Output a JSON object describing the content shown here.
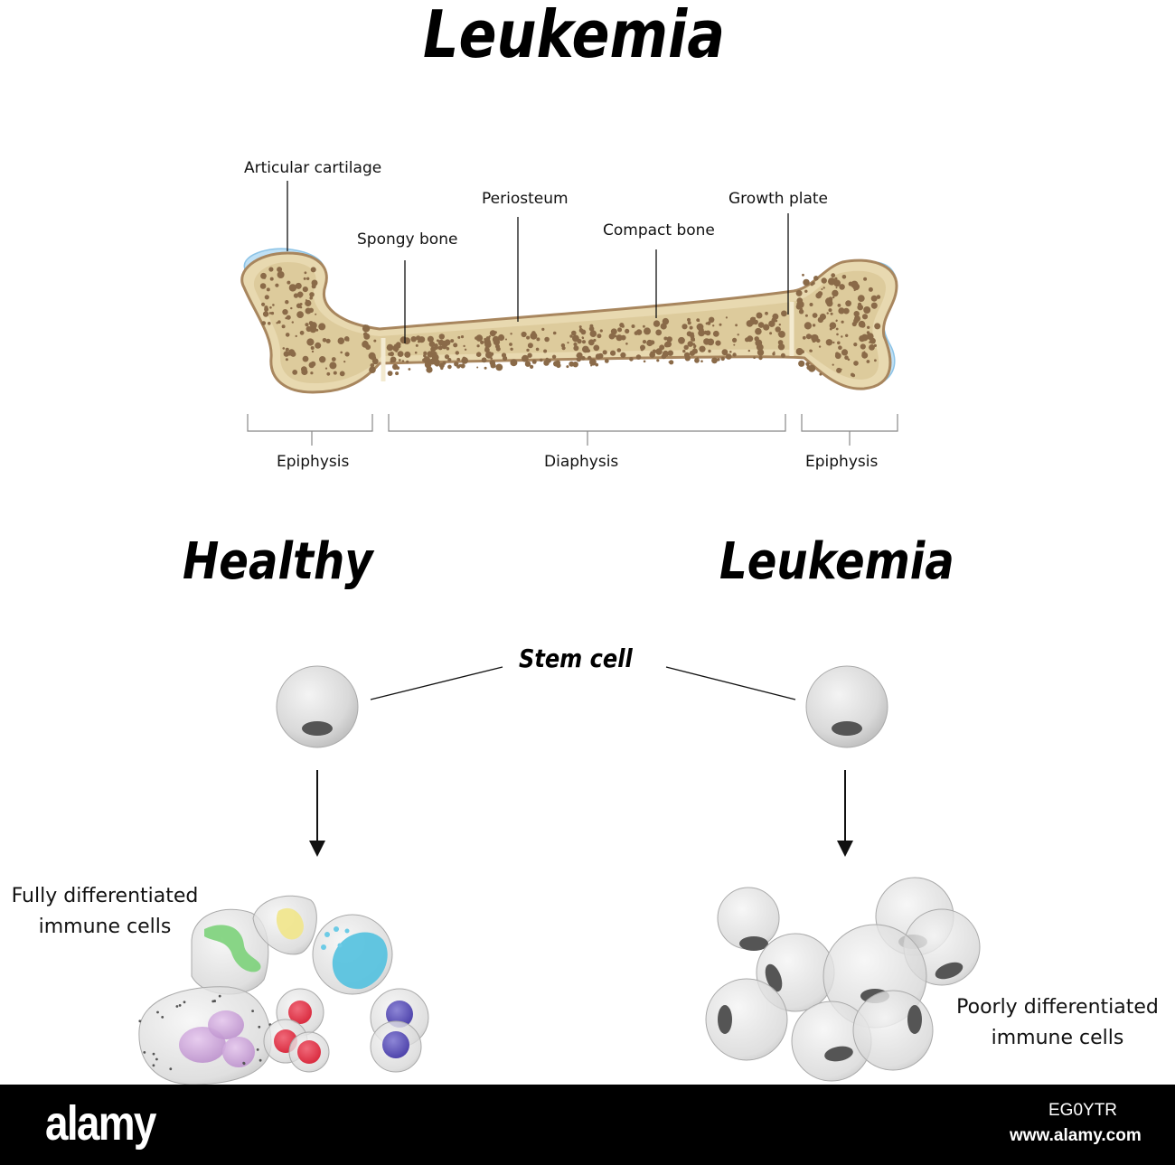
{
  "title": "Leukemia",
  "bone": {
    "labels": {
      "articular_cartilage": "Articular cartilage",
      "periosteum": "Periosteum",
      "growth_plate": "Growth plate",
      "spongy_bone": "Spongy bone",
      "compact_bone": "Compact bone"
    },
    "sections": {
      "epiphysis_left": "Epiphysis",
      "diaphysis": "Diaphysis",
      "epiphysis_right": "Epiphysis"
    },
    "colors": {
      "bone_fill": "#e8d9b0",
      "bone_outline": "#a8865e",
      "marrow_fill": "#d6c190",
      "pore": "#8a6a48",
      "cartilage": "#bfe0f5"
    }
  },
  "comparison": {
    "healthy_title": "Healthy",
    "leukemia_title": "Leukemia",
    "stem_cell_label": "Stem cell",
    "healthy_result_label": [
      "Fully differentiated",
      "immune cells"
    ],
    "leukemia_result_label": [
      "Poorly differentiated",
      "immune cells"
    ]
  },
  "footer": {
    "logo": "alamy",
    "image_id": "EG0YTR",
    "site": "www.alamy.com"
  }
}
